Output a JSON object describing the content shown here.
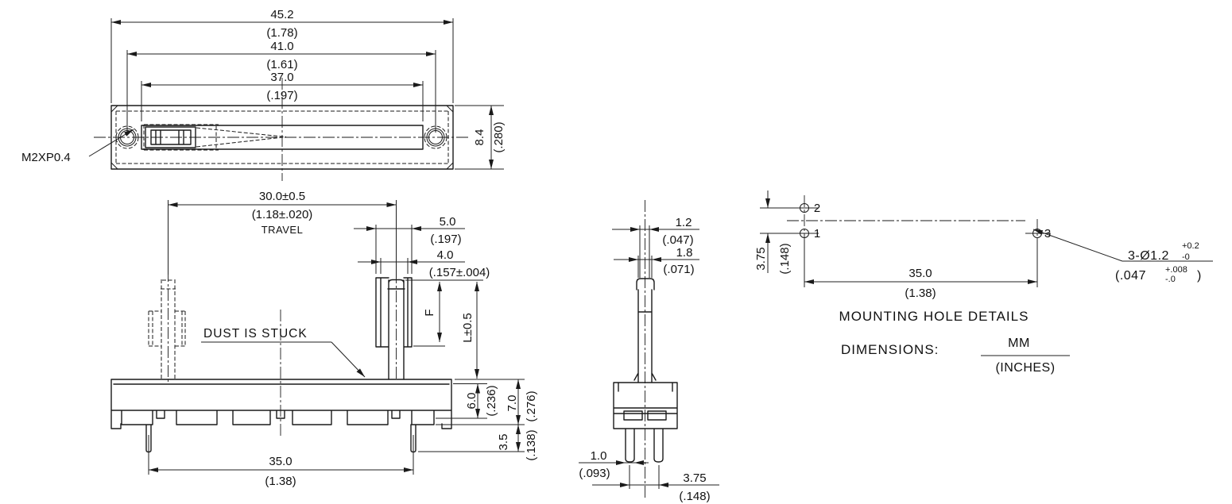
{
  "drawing": {
    "colors": {
      "line": "#1a1a1a",
      "background": "#ffffff"
    },
    "top_view": {
      "dim_45_2": "45.2",
      "dim_45_2_in": "(1.78)",
      "dim_41_0": "41.0",
      "dim_41_0_in": "(1.61)",
      "dim_37_0": "37.0",
      "dim_37_0_in": "(.197)",
      "dim_8_4": "8.4",
      "dim_8_4_in": "(.280)",
      "thread_callout": "M2XP0.4"
    },
    "front_view": {
      "travel": "30.0±0.5",
      "travel_in": "(1.18±.020)",
      "travel_label": "TRAVEL",
      "dim_5_0": "5.0",
      "dim_5_0_in": "(.197)",
      "dim_4_0": "4.0",
      "dim_4_0_in": "(.157±.004)",
      "dim_f": "F",
      "dim_l": "L±0.5",
      "dust_note": "DUST IS STUCK",
      "dim_35_0": "35.0",
      "dim_35_0_in": "(1.38)",
      "dim_6_0": "6.0",
      "dim_6_0_in": "(.236)",
      "dim_7_0": "7.0",
      "dim_7_0_in": "(.276)",
      "dim_3_5": "3.5",
      "dim_3_5_in": "(.138)"
    },
    "side_view": {
      "dim_1_2": "1.2",
      "dim_1_2_in": "(.047)",
      "dim_1_8": "1.8",
      "dim_1_8_in": "(.071)",
      "dim_1_0": "1.0",
      "dim_1_0_in": "(.093)",
      "dim_3_75": "3.75",
      "dim_3_75_in": "(.148)"
    },
    "mounting_view": {
      "title": "MOUNTING HOLE DETAILS",
      "hole_1": "1",
      "hole_2": "2",
      "hole_3": "3",
      "dim_3_75": "3.75",
      "dim_3_75_in": "(.148)",
      "dim_35_0": "35.0",
      "dim_35_0_in": "(1.38)",
      "callout": "3-Ø1.2",
      "callout_tol_plus": "+0.2",
      "callout_tol_minus": "-0",
      "callout_in": "(.047",
      "callout_in_tol_plus": "+.008",
      "callout_in_tol_minus": "-.0",
      "callout_in_close": ")"
    },
    "units_note": {
      "label": "DIMENSIONS:",
      "numerator": "MM",
      "denominator": "(INCHES)"
    }
  }
}
